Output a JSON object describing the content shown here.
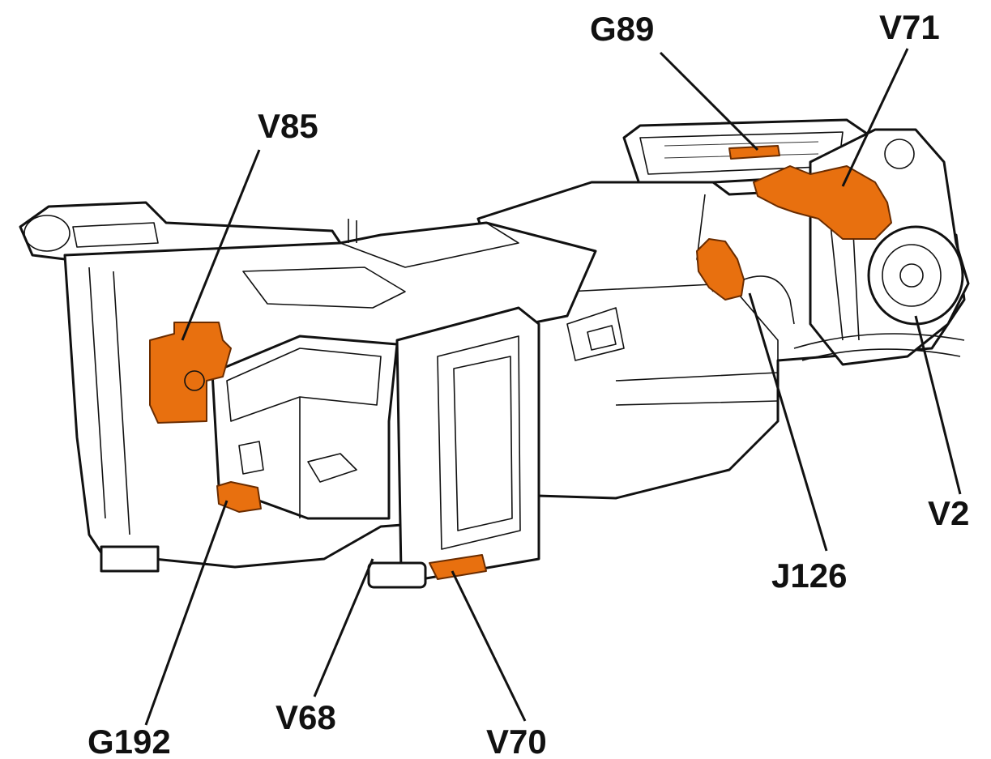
{
  "diagram": {
    "accent_color": "#E8700F",
    "labels": {
      "g89": "G89",
      "v71": "V71",
      "v85": "V85",
      "v2": "V2",
      "j126": "J126",
      "g192": "G192",
      "v68": "V68",
      "v70": "V70"
    }
  }
}
